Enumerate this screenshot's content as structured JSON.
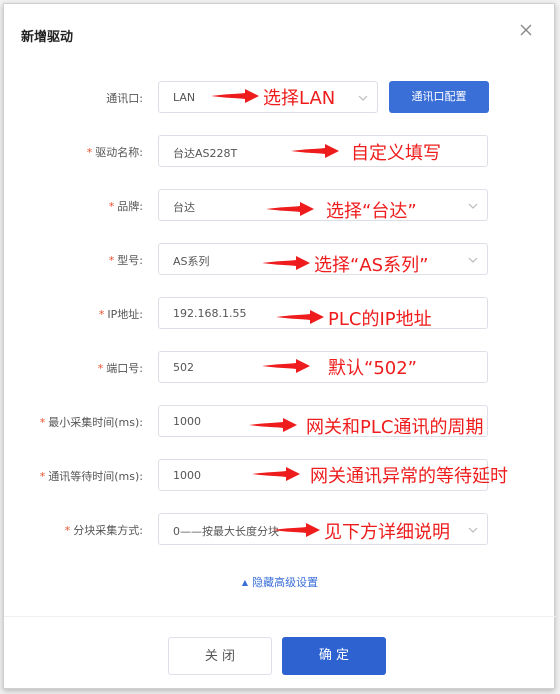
{
  "dialog": {
    "title": "新增驱动",
    "close_icon": "close-icon"
  },
  "form": {
    "port": {
      "label": "通讯口:",
      "required": false,
      "value": "LAN",
      "config_button": "通讯口配置"
    },
    "driver_name": {
      "label": "驱动名称:",
      "required": true,
      "value": "台达AS228T"
    },
    "brand": {
      "label": "品牌:",
      "required": true,
      "value": "台达"
    },
    "model": {
      "label": "型号:",
      "required": true,
      "value": "AS系列"
    },
    "ip": {
      "label": "IP地址:",
      "required": true,
      "value": "192.168.1.55"
    },
    "port_no": {
      "label": "端口号:",
      "required": true,
      "value": "502"
    },
    "min_interval": {
      "label": "最小采集时间(ms):",
      "required": true,
      "value": "1000"
    },
    "wait_time": {
      "label": "通讯等待时间(ms):",
      "required": true,
      "value": "1000"
    },
    "block_mode": {
      "label": "分块采集方式:",
      "required": true,
      "value": "0——按最大长度分块"
    }
  },
  "annotations": {
    "port": "选择LAN",
    "driver_name": "自定义填写",
    "brand": "选择“台达”",
    "model": "选择“AS系列”",
    "ip": "PLC的IP地址",
    "port_no": "默认“502”",
    "min_interval": "网关和PLC通讯的周期",
    "wait_time": "网关通讯异常的等待延时",
    "block_mode": "见下方详细说明"
  },
  "advanced_toggle": "隐藏高级设置",
  "footer": {
    "close_label": "关 闭",
    "ok_label": "确 定"
  },
  "colors": {
    "primary": "#2e62d0",
    "annotation": "#ee1c1c",
    "required": "#e8502c"
  }
}
